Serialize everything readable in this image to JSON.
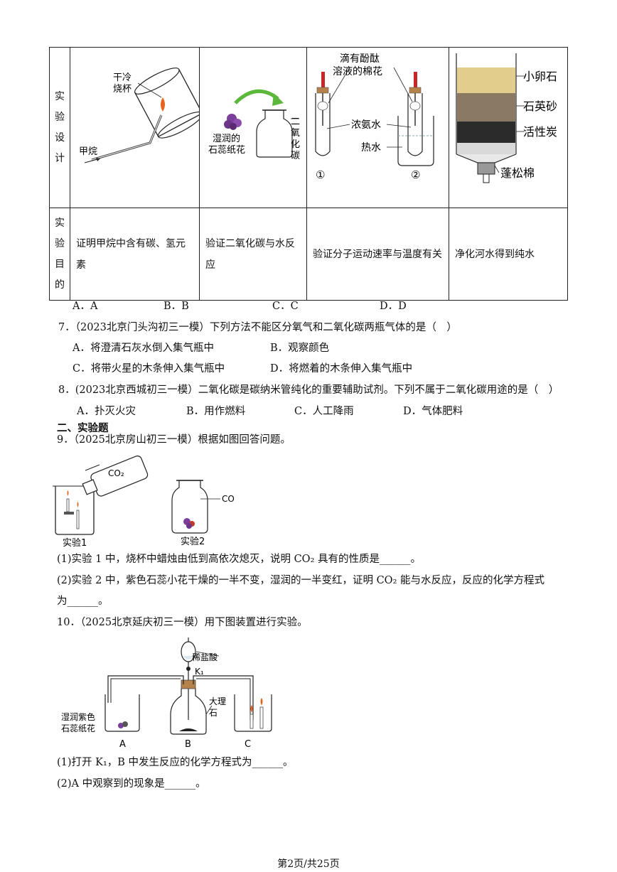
{
  "table": {
    "row1_header": [
      "实",
      "验",
      "设",
      "计"
    ],
    "row2_header": [
      "实",
      "验",
      "目",
      "的"
    ],
    "figA": {
      "label1": "干冷",
      "label2": "烧杯",
      "label3": "甲烷"
    },
    "figB": {
      "label1": "湿润的",
      "label2": "石蕊纸花",
      "vertical": [
        "二",
        "氧",
        "化",
        "碳"
      ]
    },
    "figC": {
      "label1": "滴有酚酞",
      "label2": "溶液的棉花",
      "label3": "浓氨水",
      "label4": "热水",
      "num1": "①",
      "num2": "②"
    },
    "figD": {
      "label1": "小卵石",
      "label2": "石英砂",
      "label3": "活性炭",
      "label4": "蓬松棉"
    },
    "purposes": [
      "证明甲烷中含有碳、氢元素",
      "验证二氧化碳与水反应",
      "验证分子运动速率与温度有关",
      "净化河水得到纯水"
    ]
  },
  "q6_options": [
    "A．A",
    "B．B",
    "C．C",
    "D．D"
  ],
  "q7": {
    "stem": "7．（2023北京门头沟初三一模）下列方法不能区分氧气和二氧化碳两瓶气体的是（　）",
    "options": [
      "A．将澄清石灰水倒入集气瓶中",
      "B．观察颜色",
      "C．将带火星的木条伸入集气瓶中",
      "D．将燃着的木条伸入集气瓶中"
    ]
  },
  "q8": {
    "stem": "8．(2023北京西城初三一模）二氧化碳是碳纳米管纯化的重要辅助试剂。下列不属于二氧化碳用途的是（　）",
    "options": [
      "A．扑灭火灾",
      "B．用作燃料",
      "C．人工降雨",
      "D．气体肥料"
    ]
  },
  "section2": "二、实验题",
  "q9": {
    "stem": "9．（2025北京房山初三一模）根据如图回答问题。",
    "fig_co2_a": "CO₂",
    "fig_co2_b": "CO₂",
    "cap1": "实验1",
    "cap2": "实验2",
    "p1": "(1)实验 1 中，烧杯中蜡烛由低到高依次熄灭，说明 CO₂ 具有的性质是______。",
    "p2a": "(2)实验 2 中，紫色石蕊小花干燥的一半不变，湿润的一半变红，证明 CO₂ 能与水反应，反应的化学方程式",
    "p2b": "为______。"
  },
  "q10": {
    "stem": "10．（2025北京延庆初三一模）用下图装置进行实验。",
    "fig": {
      "acid": "稀盐酸",
      "k1": "K₁",
      "marble1": "大理",
      "marble2": "石",
      "flower1": "湿润紫色",
      "flower2": "石蕊纸花",
      "A": "A",
      "B": "B",
      "C": "C"
    },
    "p1": "(1)打开 K₁，B 中发生反应的化学方程式为______。",
    "p2": "(2)A 中观察到的现象是______。"
  },
  "footer": "第2页/共25页"
}
